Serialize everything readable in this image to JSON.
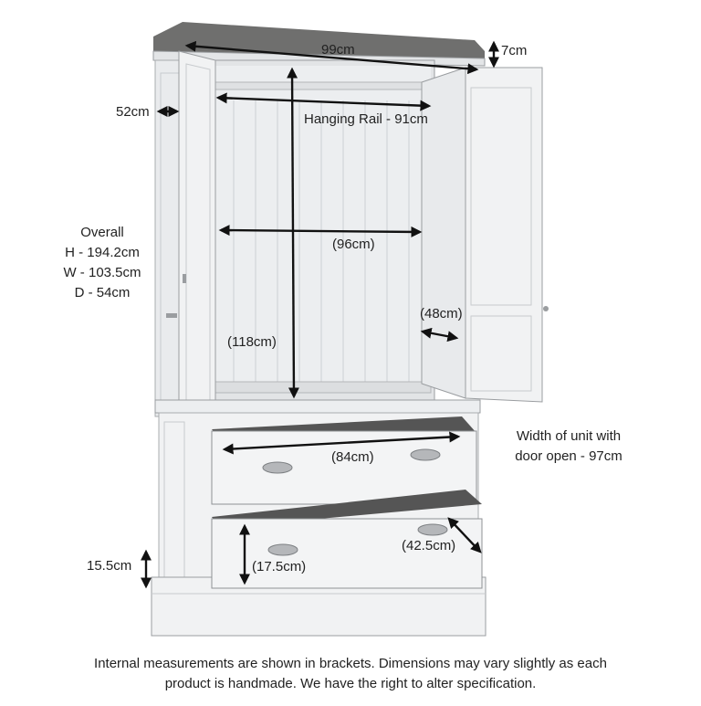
{
  "dimensions": {
    "width_top": "99cm",
    "cornice_height": "7cm",
    "depth_side": "52cm",
    "hanging_rail": "Hanging Rail - 91cm",
    "internal_width": "(96cm)",
    "internal_height": "(118cm)",
    "internal_depth": "(48cm)",
    "drawer_width": "(84cm)",
    "drawer_depth": "(42.5cm)",
    "drawer_height": "(17.5cm)",
    "plinth_height": "15.5cm"
  },
  "overall": {
    "title": "Overall",
    "height": "H - 194.2cm",
    "width": "W - 103.5cm",
    "depth": "D - 54cm"
  },
  "door_open_note": {
    "line1": "Width of unit with",
    "line2": "door open - 97cm"
  },
  "footer": {
    "line1": "Internal measurements are shown in brackets. Dimensions may vary slightly as each",
    "line2": "product is handmade. We have the right to alter specification."
  },
  "colors": {
    "cabinet_white": "#f1f2f3",
    "cabinet_shadow": "#d9dcdf",
    "top_grey": "#6f6f6e",
    "line": "#111111",
    "handle": "#b5b7ba"
  }
}
